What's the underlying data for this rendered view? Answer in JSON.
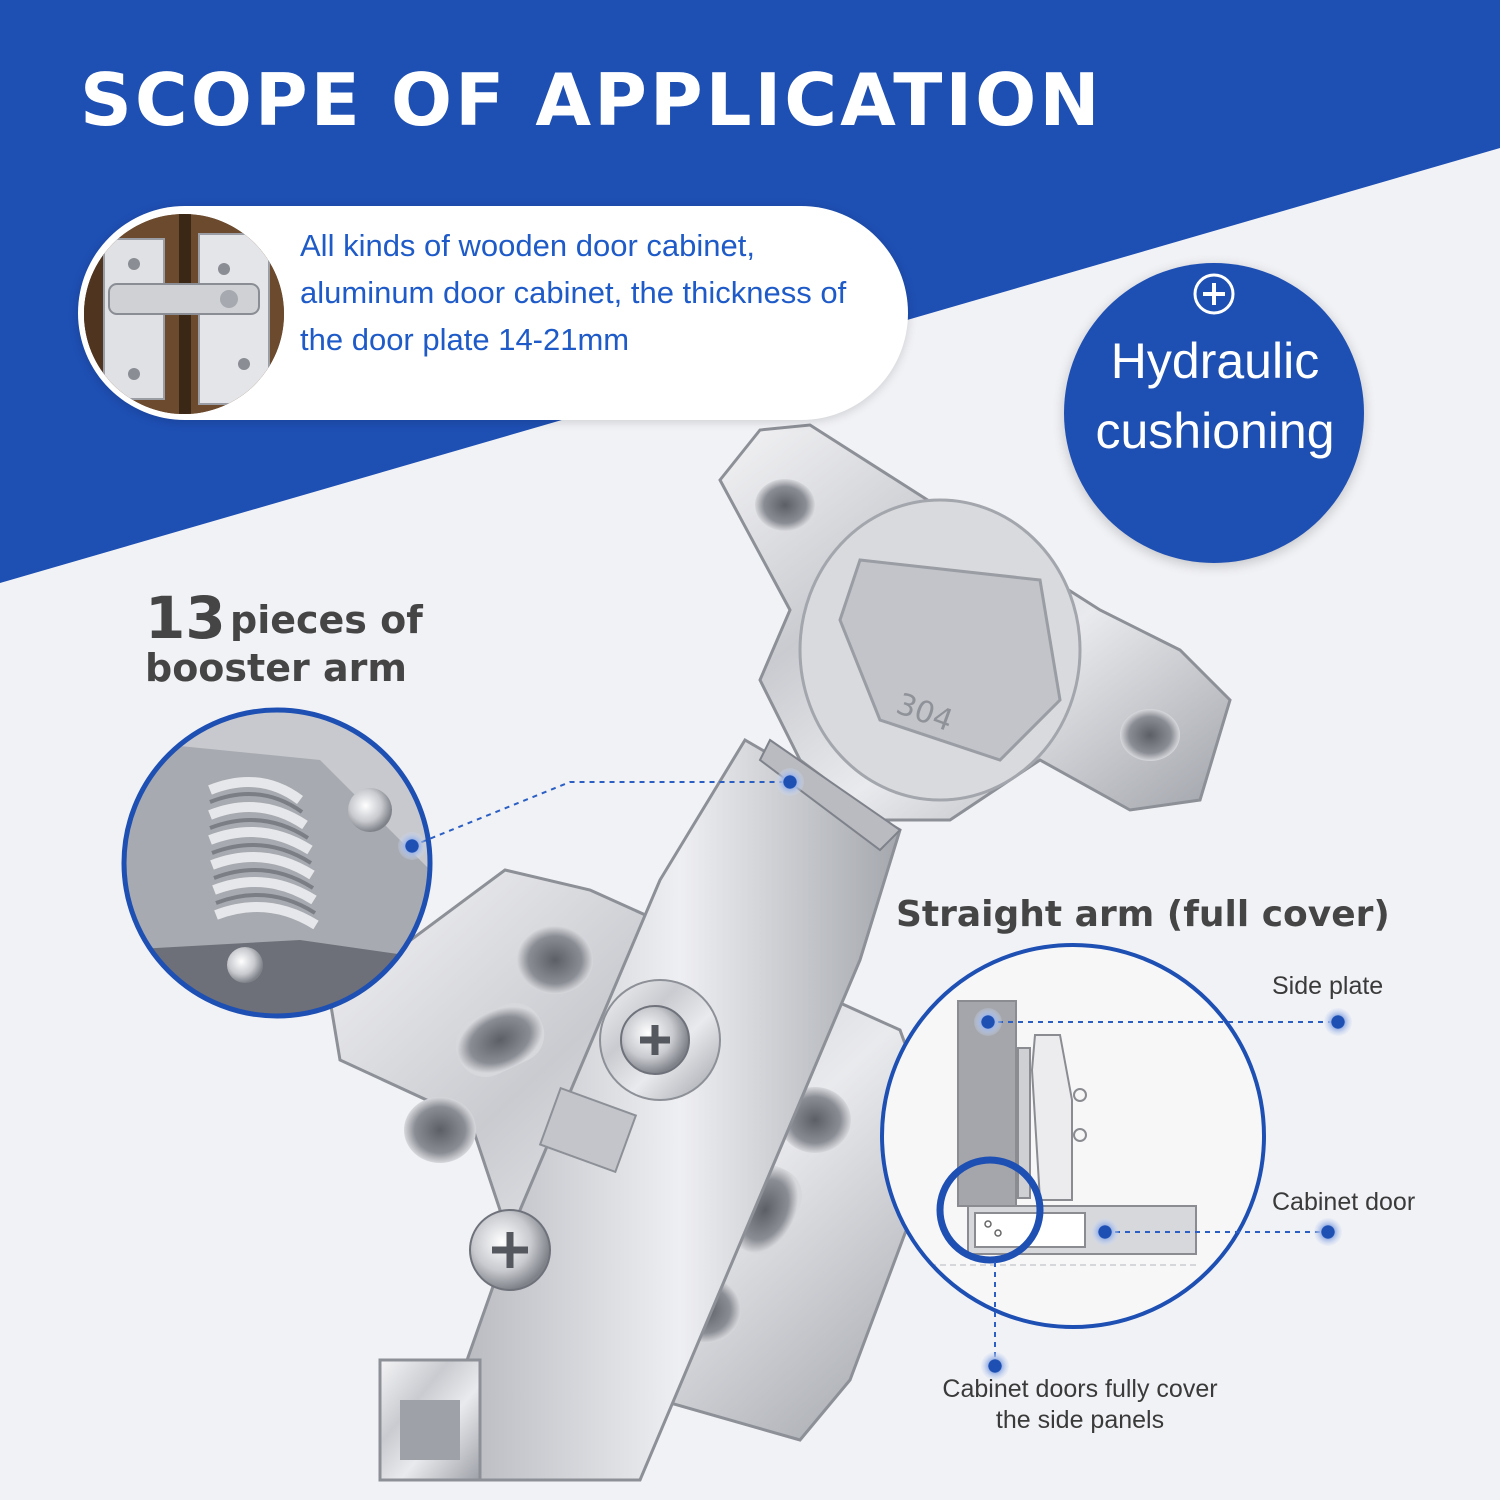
{
  "title": "SCOPE OF APPLICATION",
  "application": {
    "description": "All kinds of wooden door cabinet, aluminum door cabinet, the thickness of the door plate 14-21mm"
  },
  "feature_badge": {
    "icon": "plus-circle-icon",
    "label": "Hydraulic cushioning"
  },
  "booster": {
    "count": "13",
    "label_line1": "pieces of",
    "label_line2": "booster arm"
  },
  "diagram": {
    "title": "Straight arm (full cover)",
    "labels": {
      "side_plate": "Side plate",
      "cabinet_door": "Cabinet door",
      "full_cover": "Cabinet doors fully cover the side panels"
    }
  },
  "product_mark": "304",
  "colors": {
    "brand_blue": "#1e4fb3",
    "text_dark": "#454545",
    "text_blue": "#1f5bc8",
    "background": "#f1f2f6"
  }
}
